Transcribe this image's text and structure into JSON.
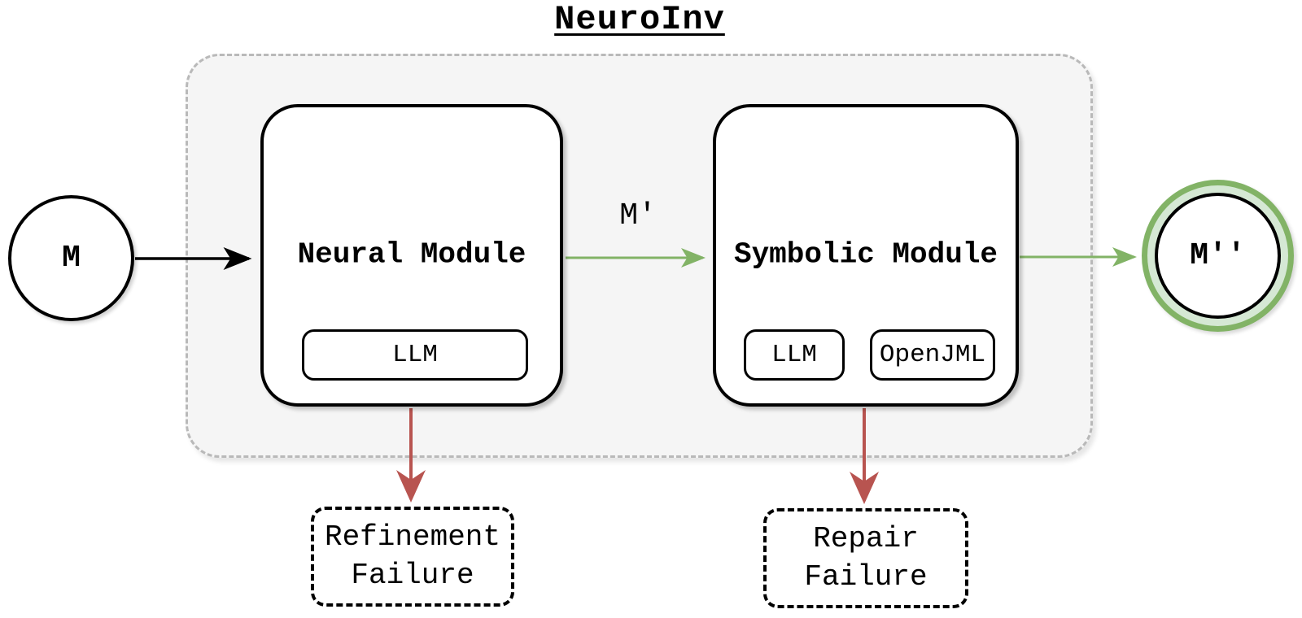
{
  "title": "NeuroInv",
  "nodes": {
    "input": {
      "label": "M"
    },
    "neural": {
      "label": "Neural Module",
      "components": [
        "LLM"
      ]
    },
    "symbolic": {
      "label": "Symbolic Module",
      "components": [
        "LLM",
        "OpenJML"
      ]
    },
    "output": {
      "label": "M''"
    }
  },
  "edge_labels": {
    "neural_to_symbolic": "M'"
  },
  "failure_nodes": {
    "refinement": {
      "line1": "Refinement",
      "line2": "Failure"
    },
    "repair": {
      "line1": "Repair",
      "line2": "Failure"
    }
  },
  "colors": {
    "flow_arrow_green": "#82b366",
    "failure_arrow_red": "#b85450",
    "accept_ring_green": "#82b366",
    "accept_fill_light_green": "#d5e8d4",
    "container_fill": "#f5f5f5",
    "container_border": "#b9b9b9",
    "stroke_black": "#000000"
  }
}
